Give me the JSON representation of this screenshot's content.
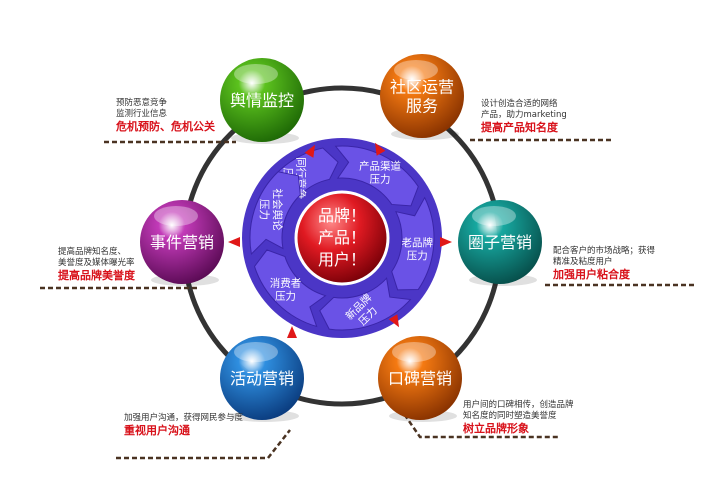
{
  "center": {
    "lines": [
      "品牌！",
      "产品！",
      "用户！"
    ]
  },
  "pressures": [
    {
      "label": "同行竞争压力"
    },
    {
      "label": "产品渠道压力"
    },
    {
      "label": "老品牌压力"
    },
    {
      "label": "新品牌压力"
    },
    {
      "label": "消费者压力"
    },
    {
      "label": "社会舆论压力"
    }
  ],
  "nodes": [
    {
      "label": "舆情监控",
      "color": "#5cc21e",
      "dark": "#1f6a06"
    },
    {
      "label": "社区运营服务",
      "lines": [
        "社区运营",
        "服务"
      ],
      "color": "#f57a12",
      "dark": "#8a3300"
    },
    {
      "label": "圈子营销",
      "color": "#17a8a0",
      "dark": "#07504c"
    },
    {
      "label": "口碑营销",
      "color": "#f57a12",
      "dark": "#8a3300"
    },
    {
      "label": "活动营销",
      "color": "#2f8fe0",
      "dark": "#0b3d80"
    },
    {
      "label": "事件营销",
      "color": "#c23ab8",
      "dark": "#5c0b56"
    }
  ],
  "notes": [
    {
      "lines": [
        "预防恶意竞争",
        "监测行业信息"
      ],
      "highlight": "危机预防、危机公关"
    },
    {
      "lines": [
        "设计创造合适的网络",
        "产品，助力marketing"
      ],
      "highlight": "提高产品知名度"
    },
    {
      "lines": [
        "配合客户的市场战略；获得",
        "精准及粘度用户"
      ],
      "highlight": "加强用户粘合度"
    },
    {
      "lines": [
        "用户间的口碑相传，创造品牌",
        "知名度的同时塑造美誉度"
      ],
      "highlight": "树立品牌形象"
    },
    {
      "lines": [
        "加强用户沟通，获得网民参与度"
      ],
      "highlight": "重视用户沟通"
    },
    {
      "lines": [
        "提高品牌知名度、",
        "美誉度及媒体曝光率"
      ],
      "highlight": "提高品牌美誉度"
    }
  ],
  "colors": {
    "ring": "#333333",
    "wheel": "#4b36c6",
    "wheelSeg": "#6a52e6",
    "center": "#d8121b",
    "arrow": "#e01818",
    "highlight": "#d8121b",
    "dashes": "#4a3322"
  }
}
